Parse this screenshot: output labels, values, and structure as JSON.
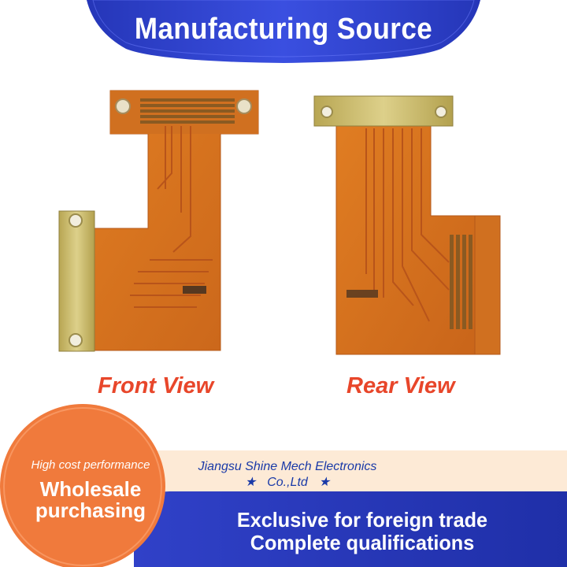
{
  "banner": {
    "title": "Manufacturing Source"
  },
  "views": {
    "front_label": "Front View",
    "rear_label": "Rear View"
  },
  "badge": {
    "tagline": "High cost performance",
    "line1": "Wholesale",
    "line2": "purchasing"
  },
  "company": {
    "name_line1": "Jiangsu Shine Mech Electronics",
    "name_line2": "Co.,Ltd",
    "star": "★"
  },
  "footer": {
    "line1": "Exclusive for foreign trade",
    "line2": "Complete qualifications"
  },
  "colors": {
    "banner_blue": "#2f3fd0",
    "accent_red": "#e8462a",
    "badge_orange": "#f07a3c",
    "pcb_orange": "#d9751a",
    "stiffener_yellow": "#cdbd6a"
  }
}
